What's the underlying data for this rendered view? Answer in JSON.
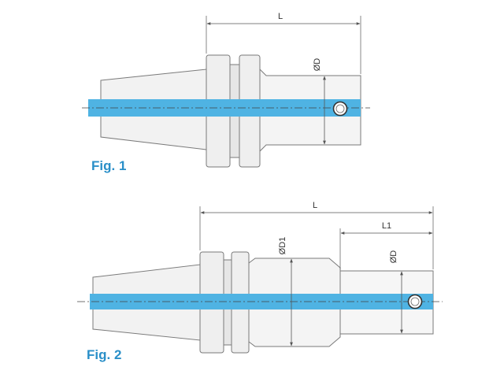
{
  "colors": {
    "outline": "#7a7a7a",
    "body_fill": "#f2f2f2",
    "coolant_channel": "#4fb3e3",
    "dimension_line": "#555555",
    "figure_label": "#2a8fc8",
    "centerline": "#444444"
  },
  "figures": [
    {
      "label": "Fig. 1",
      "dimensions": {
        "L": "L",
        "D": "ØD"
      }
    },
    {
      "label": "Fig. 2",
      "dimensions": {
        "L": "L",
        "L1": "L1",
        "D1": "ØD1",
        "D": "ØD"
      }
    }
  ]
}
